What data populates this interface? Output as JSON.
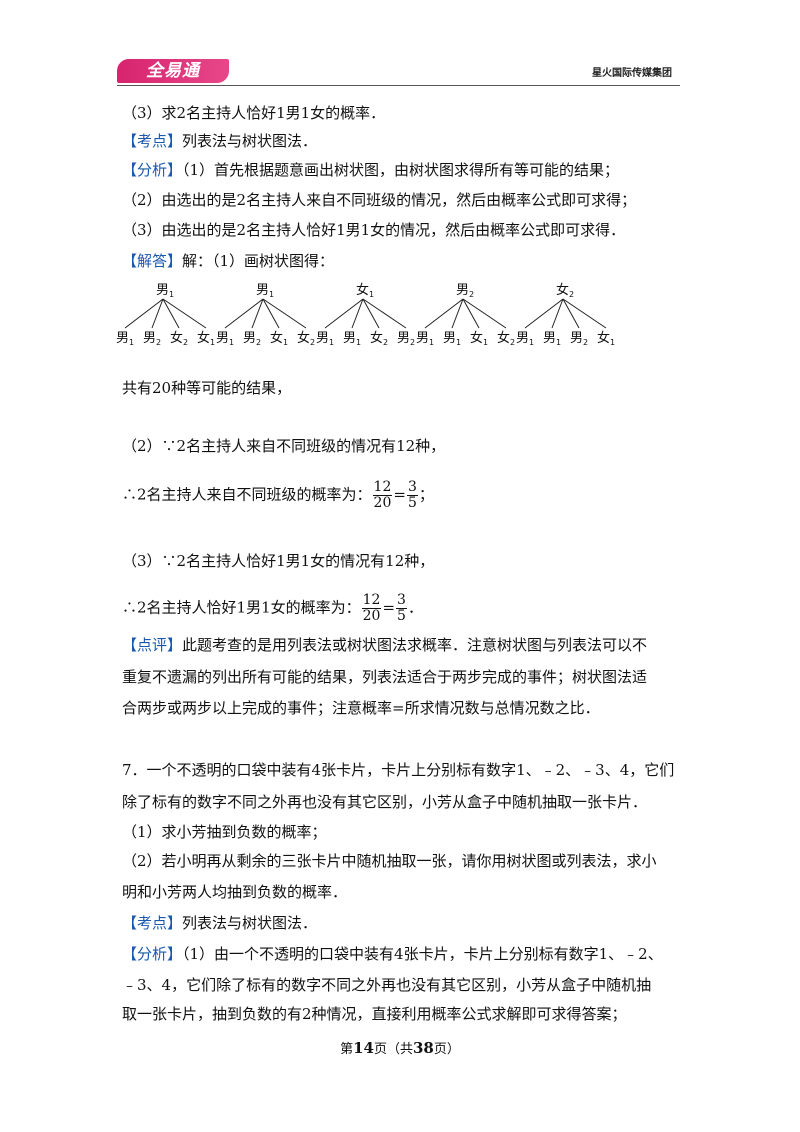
{
  "header": {
    "logo_text": "全易通",
    "brand": "星火国际传媒集团"
  },
  "lines": {
    "l1": "（3）求2名主持人恰好1男1女的概率．",
    "kd1_tag": "【考点】",
    "kd1": "列表法与树状图法．",
    "fx1_tag": "【分析】",
    "fx1": "（1）首先根据题意画出树状图，由树状图求得所有等可能的结果；",
    "fx2": "（2）由选出的是2名主持人来自不同班级的情况，然后由概率公式即可求得；",
    "fx3": "（3）由选出的是2名主持人恰好1男1女的情况，然后由概率公式即可求得．",
    "jd_tag": "【解答】",
    "jd": "解：（1）画树状图得：",
    "total": "共有20种等可能的结果，",
    "p2a": "（2）∵2名主持人来自不同班级的情况有12种，",
    "p2b_pre": "∴2名主持人来自不同班级的概率为：",
    "p3a": "（3）∵2名主持人恰好1男1女的情况有12种，",
    "p3b_pre": "∴2名主持人恰好1男1女的概率为：",
    "frac_eq": "=",
    "frac_num1": "12",
    "frac_den1": "20",
    "frac_num2": "3",
    "frac_den2": "5",
    "p2_end": "；",
    "p3_end": "．",
    "dp_tag": "【点评】",
    "dp1": "此题考查的是用列表法或树状图法求概率．注意树状图与列表法可以不",
    "dp2": "重复不遗漏的列出所有可能的结果，列表法适合于两步完成的事件；树状图法适",
    "dp3": "合两步或两步以上完成的事件；注意概率=所求情况数与总情况数之比．",
    "q7a": "7．一个不透明的口袋中装有4张卡片，卡片上分别标有数字1、﹣2、﹣3、4，它们",
    "q7b": "除了标有的数字不同之外再也没有其它区别，小芳从盒子中随机抽取一张卡片．",
    "q7c": "（1）求小芳抽到负数的概率；",
    "q7d": "（2）若小明再从剩余的三张卡片中随机抽取一张，请你用树状图或列表法，求小",
    "q7e": "明和小芳两人均抽到负数的概率．",
    "kd2_tag": "【考点】",
    "kd2": "列表法与树状图法．",
    "fx4_tag": "【分析】",
    "fx4": "（1）由一个不透明的口袋中装有4张卡片，卡片上分别标有数字1、﹣2、",
    "fx5": "﹣3、4，它们除了标有的数字不同之外再也没有其它区别，小芳从盒子中随机抽",
    "fx6": "取一张卡片，抽到负数的有2种情况，直接利用概率公式求解即可求得答案；"
  },
  "tree": {
    "groups": [
      {
        "root": "男",
        "root_sub": "1",
        "leaves": [
          [
            "男",
            "1"
          ],
          [
            "男",
            "2"
          ],
          [
            "女",
            "2"
          ],
          [
            "女",
            "1"
          ]
        ]
      },
      {
        "root": "男",
        "root_sub": "1",
        "leaves": [
          [
            "男",
            "1"
          ],
          [
            "男",
            "2"
          ],
          [
            "女",
            "1"
          ],
          [
            "女",
            "2"
          ]
        ]
      },
      {
        "root": "女",
        "root_sub": "1",
        "leaves": [
          [
            "男",
            "1"
          ],
          [
            "男",
            "1"
          ],
          [
            "女",
            "2"
          ],
          [
            "男",
            "2"
          ]
        ]
      },
      {
        "root": "男",
        "root_sub": "2",
        "leaves": [
          [
            "男",
            "1"
          ],
          [
            "男",
            "1"
          ],
          [
            "女",
            "1"
          ],
          [
            "女",
            "2"
          ]
        ]
      },
      {
        "root": "女",
        "root_sub": "2",
        "leaves": [
          [
            "男",
            "1"
          ],
          [
            "男",
            "1"
          ],
          [
            "男",
            "2"
          ],
          [
            "女",
            "1"
          ]
        ]
      }
    ]
  },
  "footer": {
    "pre": "第",
    "page": "14",
    "mid": "页（共",
    "total": "38",
    "post": "页）"
  }
}
